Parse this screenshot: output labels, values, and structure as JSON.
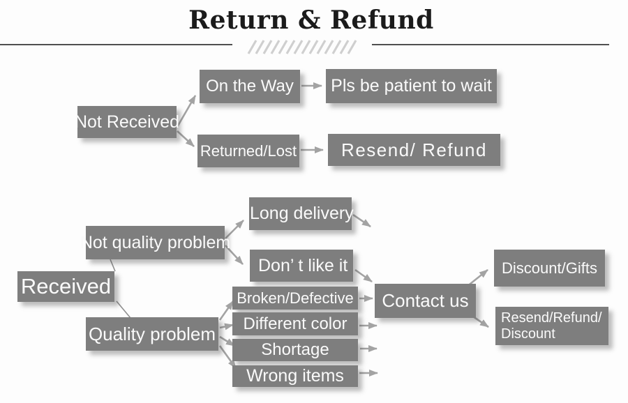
{
  "title": "Return & Refund",
  "colors": {
    "box": "#7e7e7e",
    "box_text": "#fafafa",
    "arrow": "#a3a3a3",
    "title_text": "#1b1b1b",
    "rule": "#4f4f4f",
    "hatch": "#cfcfcf",
    "background": "#fdfdfd"
  },
  "flow_not_received": {
    "root": "Not Received",
    "on_the_way": "On the Way",
    "on_the_way_result": "Pls be patient to wait",
    "returned_lost": "Returned/Lost",
    "returned_lost_result": "Resend/ Refund"
  },
  "flow_received": {
    "root": "Received",
    "not_quality_problem": "Not quality problem",
    "long_delivery": "Long delivery",
    "dont_like_it": "Don’ t like it",
    "quality_problem": "Quality problem",
    "broken_defective": "Broken/Defective",
    "different_color": "Different color",
    "shortage": "Shortage",
    "wrong_items": "Wrong items",
    "contact_us": "Contact us",
    "discount_gifts": "Discount/Gifts",
    "resend_refund_discount_line1": "Resend/Refund/",
    "resend_refund_discount_line2": "Discount"
  }
}
